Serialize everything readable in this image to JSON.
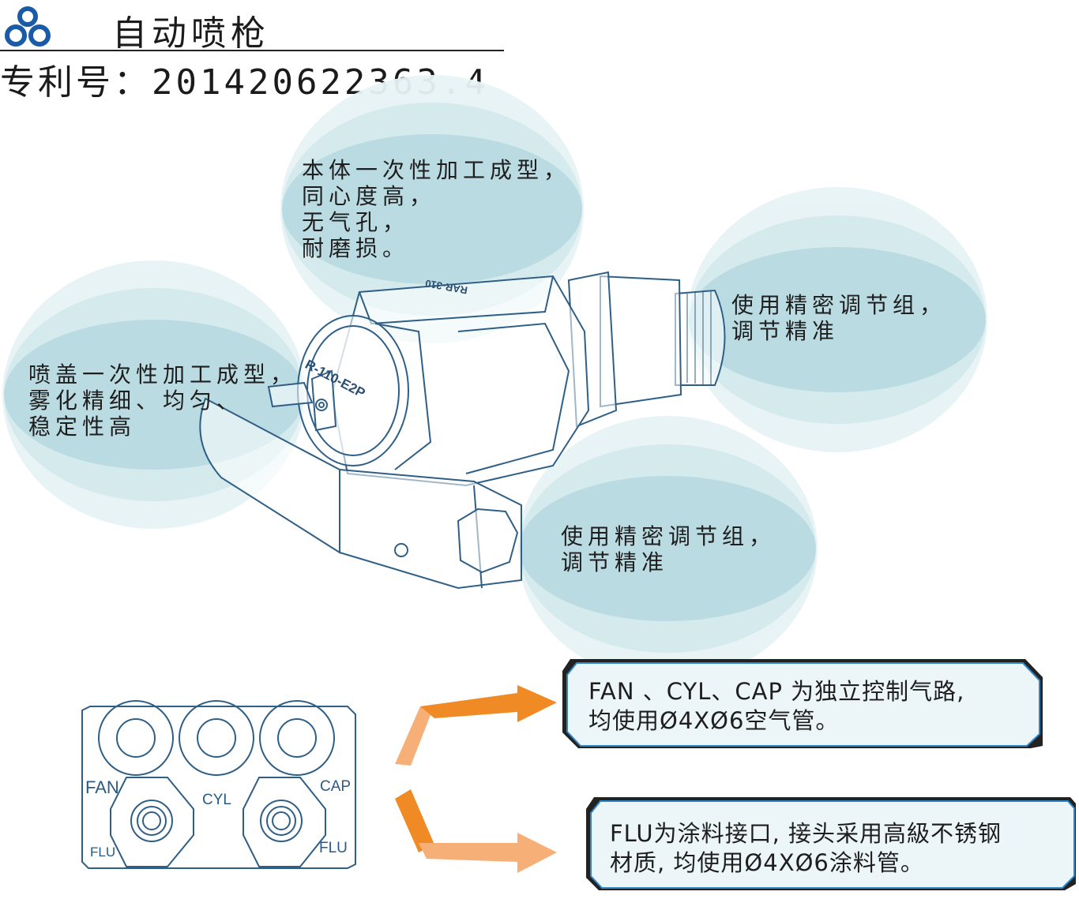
{
  "header": {
    "title": "自动喷枪",
    "patent": "专利号：201420622363.4"
  },
  "callouts": {
    "top": [
      "本体一次性加工成型，",
      "同心度高，",
      "无气孔，",
      "耐磨损。"
    ],
    "left": [
      "喷盖一次性加工成型，",
      "雾化精细、均匀、",
      "稳定性高"
    ],
    "right": [
      "使用精密调节组，",
      "调节精准"
    ],
    "bottom": [
      "使用精密调节组，",
      "调节精准"
    ]
  },
  "gun": {
    "cap_label": "R-110-E2P",
    "body_label": "RAR-310"
  },
  "ports": {
    "fan": "FAN",
    "cyl": "CYL",
    "cap": "CAP",
    "flu_left": "FLU",
    "flu_right": "FLU"
  },
  "info_boxes": {
    "air": [
      "FAN 、CYL、CAP 为独立控制气路,",
      "均使用Ø4XØ6空气管。"
    ],
    "fluid": [
      "FLU为涂料接口, 接头采用高級不锈钢",
      "材质, 均使用Ø4XØ6涂料管。"
    ]
  },
  "colors": {
    "bubble": "#a9d3dc",
    "arrow_dark": "#f08a24",
    "arrow_light": "#f6b077",
    "outline": "#2f6f9a"
  }
}
